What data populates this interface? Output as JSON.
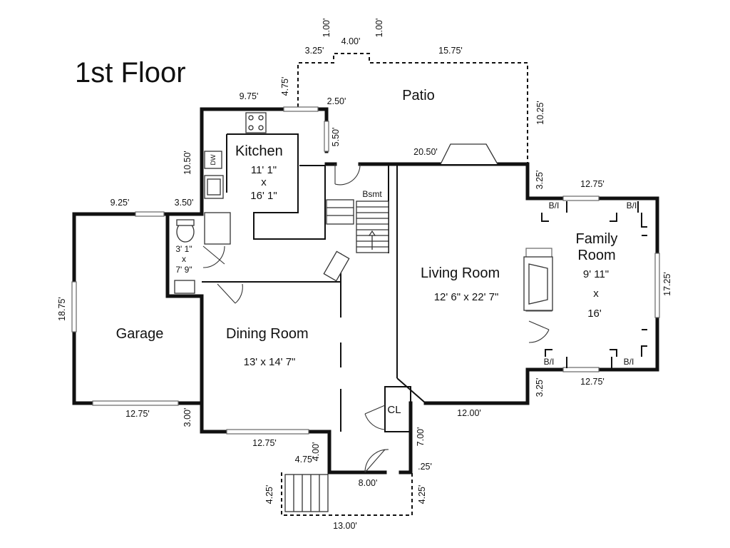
{
  "title": "1st Floor",
  "rooms": {
    "kitchen": {
      "name": "Kitchen",
      "dim1": "11' 1\"",
      "x": "x",
      "dim2": "16' 1\""
    },
    "living": {
      "name": "Living Room",
      "dims": "12' 6\" x 22' 7\""
    },
    "dining": {
      "name": "Dining Room",
      "dims": "13' x 14' 7\""
    },
    "family": {
      "name1": "Family",
      "name2": "Room",
      "dim1": "9' 11\"",
      "x": "x",
      "dim2": "16'"
    },
    "garage": {
      "name": "Garage"
    },
    "patio": {
      "name": "Patio"
    },
    "bath": {
      "dim1": "3' 1\"",
      "x": "x",
      "dim2": "7' 9\""
    },
    "closet": {
      "name": "CL"
    },
    "basement": {
      "name": "Bsmt"
    }
  },
  "fixtures": {
    "dishwasher": "DW",
    "built_in": "B/I"
  },
  "dimensions": {
    "patio_top_left": "3.25'",
    "patio_bump_left": "1.00'",
    "patio_bump_width": "4.00'",
    "patio_bump_right": "1.00'",
    "patio_top_right": "15.75'",
    "patio_side_left": "4.75'",
    "patio_depth": "10.25'",
    "patio_notch_width": "2.50'",
    "patio_notch_depth": "5.50'",
    "living_top": "20.50'",
    "kitchen_top": "9.75'",
    "kitchen_left": "10.50'",
    "garage_top": "9.25'",
    "bath_top": "3.50'",
    "garage_side": "18.75'",
    "garage_bottom": "12.75'",
    "front_left": "3.00'",
    "dining_bottom": "12.75'",
    "entry_left_top": "4.75'",
    "entry_left": "4.00'",
    "entry_bottom": "8.00'",
    "entry_right": "7.00'",
    "entry_right_small": ".25'",
    "stoop_left": "4.25'",
    "stoop_right": "4.25'",
    "stoop_bottom": "13.00'",
    "living_bottom": "12.00'",
    "family_top": "12.75'",
    "family_bottom": "12.75'",
    "family_right": "17.25'",
    "family_offset_top": "3.25'",
    "family_offset_bottom": "3.25'"
  }
}
